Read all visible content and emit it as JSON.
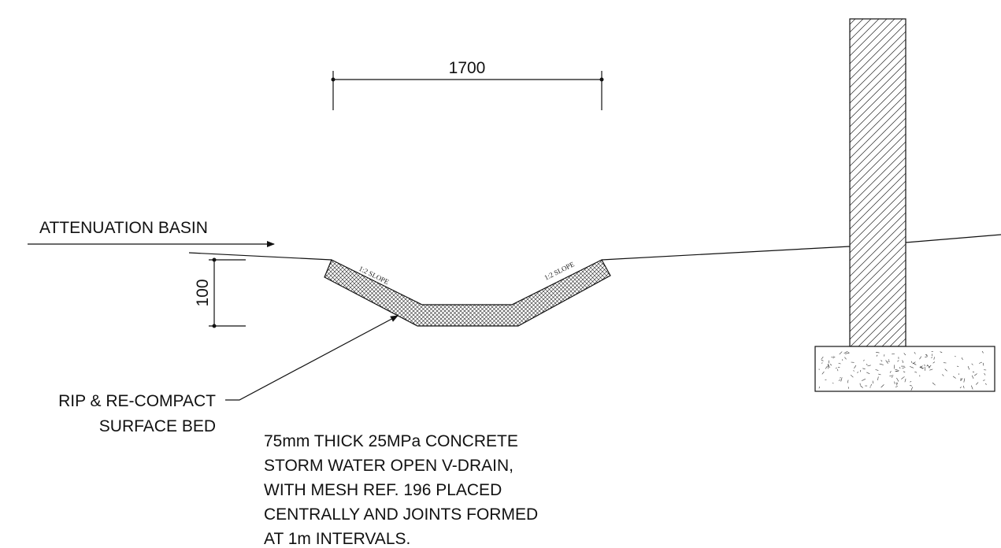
{
  "dimensions": {
    "width_label": "1700",
    "height_label": "100"
  },
  "labels": {
    "attenuation_basin": "ATTENUATION BASIN",
    "slope_left": "1:2 SLOPE",
    "slope_right": "1:2 SLOPE",
    "rip_line1": "RIP & RE-COMPACT",
    "rip_line2": "SURFACE BED",
    "note_lines": [
      "75mm THICK 25MPa CONCRETE",
      "STORM WATER OPEN V-DRAIN,",
      "WITH MESH REF. 196 PLACED",
      "CENTRALLY AND JOINTS FORMED",
      "AT 1m INTERVALS."
    ]
  },
  "colors": {
    "line": "#111111",
    "background": "#ffffff"
  }
}
